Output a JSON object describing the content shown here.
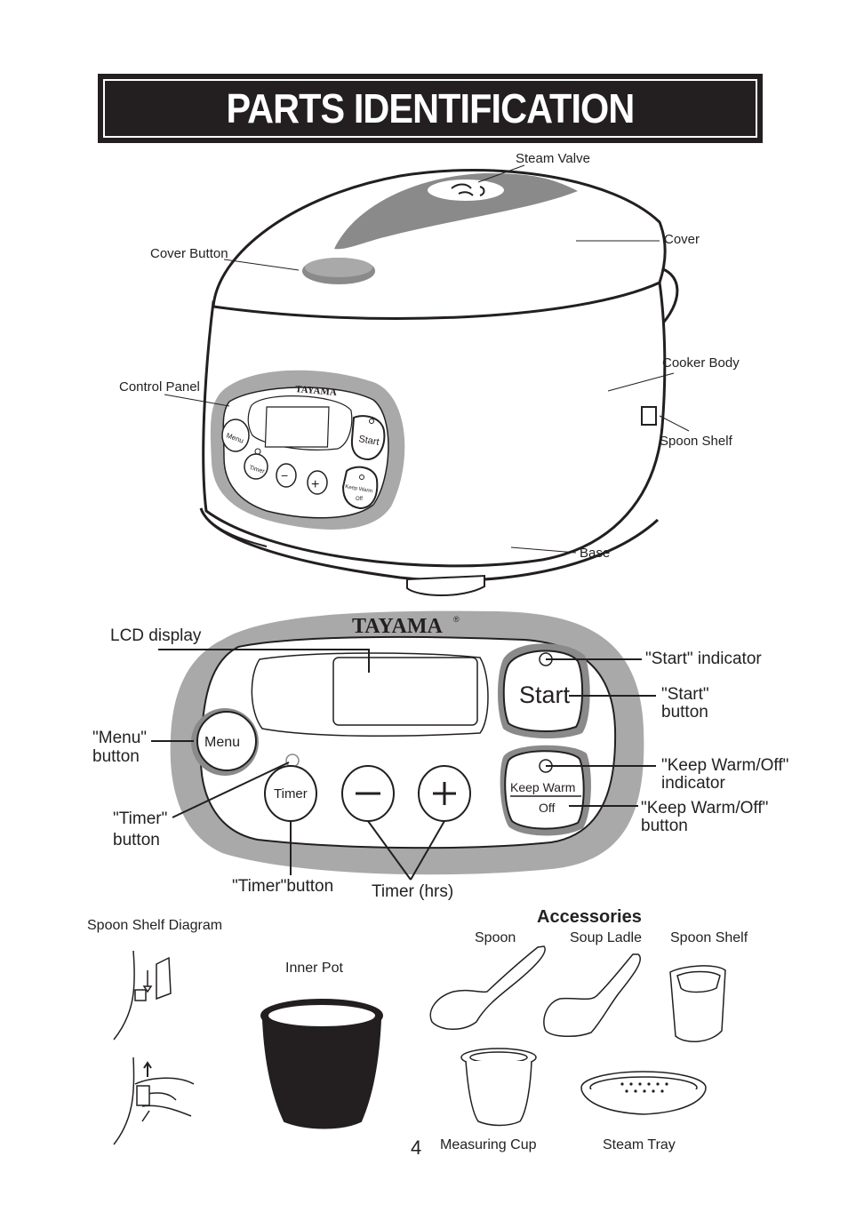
{
  "header": {
    "title": "PARTS IDENTIFICATION"
  },
  "cooker_labels": {
    "steam_valve": "Steam Valve",
    "cover": "Cover",
    "cover_button": "Cover Button",
    "cooker_body": "Cooker Body",
    "control_panel": "Control Panel",
    "spoon_shelf": "Spoon Shelf",
    "base": "Base"
  },
  "mini_panel": {
    "brand": "TAYAMA",
    "menu": "Menu",
    "start": "Start",
    "timer": "Timer",
    "minus": "−",
    "plus": "+",
    "keep_warm": "Keep Warm",
    "off": "Off"
  },
  "panel": {
    "brand": "TAYAMA",
    "registered": "®",
    "start": "Start",
    "menu": "Menu",
    "timer": "Timer",
    "keep_warm": "Keep Warm",
    "off": "Off",
    "minus": "−",
    "plus": "+"
  },
  "panel_labels": {
    "lcd_display": "LCD display",
    "start_indicator": "\"Start\" indicator",
    "start_button_line1": "\"Start\"",
    "start_button_line2": "button",
    "menu_button_line1": "\"Menu\"",
    "menu_button_line2": "button",
    "keep_warm_indicator_line1": "\"Keep Warm/Off\"",
    "keep_warm_indicator_line2": "indicator",
    "keep_warm_button_line1": "\"Keep Warm/Off\"",
    "keep_warm_button_line2": "button",
    "timer_button_line1": "\"Timer\"",
    "timer_button_line2": "button",
    "timer_button_bottom": "\"Timer\"button",
    "timer_hrs": "Timer (hrs)"
  },
  "bottom": {
    "spoon_shelf_diagram": "Spoon Shelf Diagram",
    "inner_pot": "Inner Pot",
    "accessories_title": "Accessories",
    "spoon": "Spoon",
    "soup_ladle": "Soup Ladle",
    "spoon_shelf": "Spoon Shelf",
    "measuring_cup": "Measuring Cup",
    "steam_tray": "Steam Tray",
    "page_number": "4"
  },
  "colors": {
    "dark": "#231f20",
    "gray": "#8a8a8a",
    "light_gray": "#a9a9a9"
  }
}
